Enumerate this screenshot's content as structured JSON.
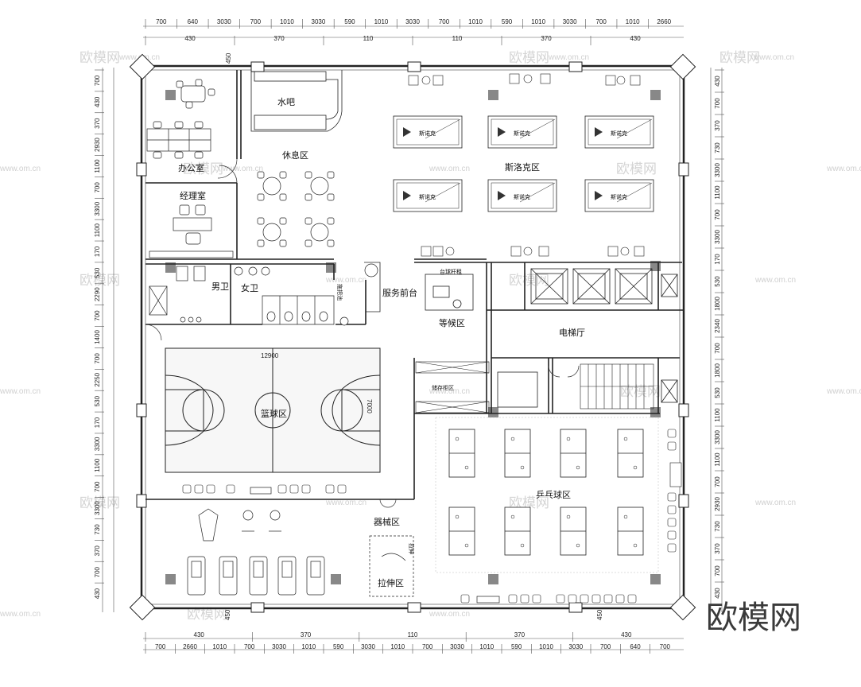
{
  "dimensions": {
    "top_row1": [
      "700",
      "640",
      "3030",
      "700",
      "1010",
      "3030",
      "590",
      "1010",
      "3030",
      "700",
      "1010",
      "590",
      "1010",
      "3030",
      "700",
      "1010",
      "2660"
    ],
    "top_row2": [
      "430",
      "370",
      "110",
      "110",
      "370",
      "430"
    ],
    "bottom_row1": [
      "430",
      "370",
      "110",
      "370",
      "430"
    ],
    "bottom_row2": [
      "700",
      "2660",
      "1010",
      "700",
      "3030",
      "1010",
      "590",
      "3030",
      "1010",
      "700",
      "3030",
      "1010",
      "590",
      "1010",
      "3030",
      "700",
      "640",
      "700"
    ],
    "left": [
      "700",
      "430",
      "370",
      "2930",
      "1100",
      "700",
      "3300",
      "1100",
      "170",
      "530",
      "2290",
      "700",
      "1400",
      "700",
      "2250",
      "530",
      "170",
      "3300",
      "1100",
      "700",
      "3300",
      "730",
      "370",
      "700",
      "430"
    ],
    "right": [
      "430",
      "700",
      "370",
      "730",
      "3300",
      "1100",
      "700",
      "3300",
      "170",
      "530",
      "1800",
      "2340",
      "700",
      "1800",
      "530",
      "1100",
      "3300",
      "1100",
      "700",
      "2930",
      "730",
      "370",
      "700",
      "430"
    ],
    "door_450_top": "450",
    "door_450_bottom_left": "450",
    "door_450_bottom_right": "450"
  },
  "rooms": {
    "water_bar": "水吧",
    "office": "办公室",
    "lounge": "休息区",
    "snooker": "斯洛克区",
    "manager": "经理室",
    "mens_wc": "男卫",
    "womens_wc": "女卫",
    "mop": "拖把池",
    "service_desk": "服务前台",
    "waiting": "等候区",
    "coat_check": "台球杆租",
    "elevator_hall": "电梯厅",
    "storage": "储存柜区",
    "basketball": "篮球区",
    "pingpong": "乒乓球区",
    "equipment": "器械区",
    "stretch": "拉伸区",
    "stretch_sub": "拉伸"
  },
  "court": {
    "length": "12900",
    "width": "7000"
  },
  "table_label": "斯诺克",
  "watermark": {
    "text": "欧模网",
    "url": "www.om.cn"
  },
  "logo": "欧模网"
}
